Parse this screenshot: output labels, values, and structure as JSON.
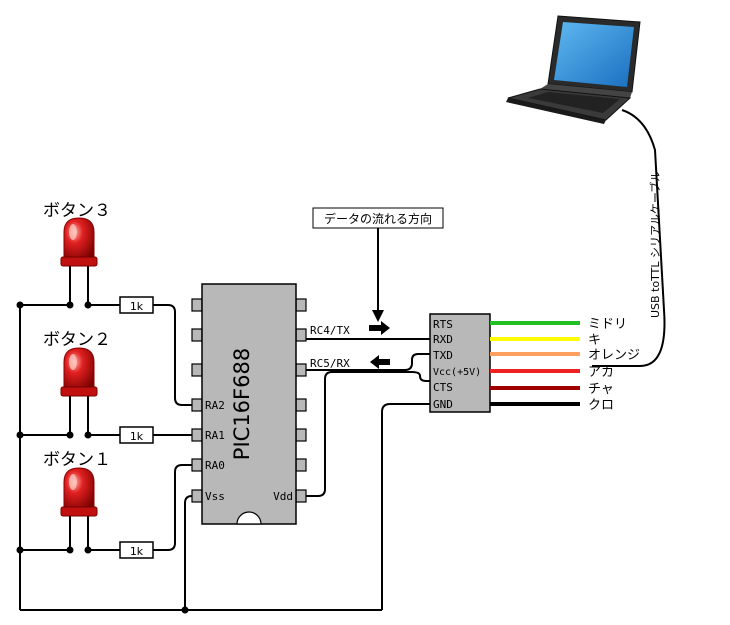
{
  "buttons": [
    {
      "label": "ボタン３"
    },
    {
      "label": "ボタン２"
    },
    {
      "label": "ボタン１"
    }
  ],
  "resistors": [
    "1k",
    "1k",
    "1k"
  ],
  "chip": {
    "name": "PIC16F688",
    "left_pins": [
      "RA2",
      "RA1",
      "RA0",
      "Vss"
    ],
    "right_pins": [
      "RC4/TX",
      "RC5/RX",
      "Vdd"
    ]
  },
  "flow_label": "データの流れる方向",
  "cable": {
    "label": "USB toTTL シリアルケーブル",
    "pins": [
      "RTS",
      "RXD",
      "TXD",
      "Vcc(+5V)",
      "CTS",
      "GND"
    ],
    "wires": [
      {
        "name": "ミドリ",
        "color": "#22c022"
      },
      {
        "name": "キ",
        "color": "#ffff00"
      },
      {
        "name": "オレンジ",
        "color": "#ffa060"
      },
      {
        "name": "アカ",
        "color": "#ee2222"
      },
      {
        "name": "チャ",
        "color": "#a00000"
      },
      {
        "name": "クロ",
        "color": "#000000"
      }
    ]
  },
  "icons": {
    "laptop": "laptop-icon",
    "arrow_right": "arrow-right-icon",
    "arrow_left": "arrow-left-icon"
  }
}
